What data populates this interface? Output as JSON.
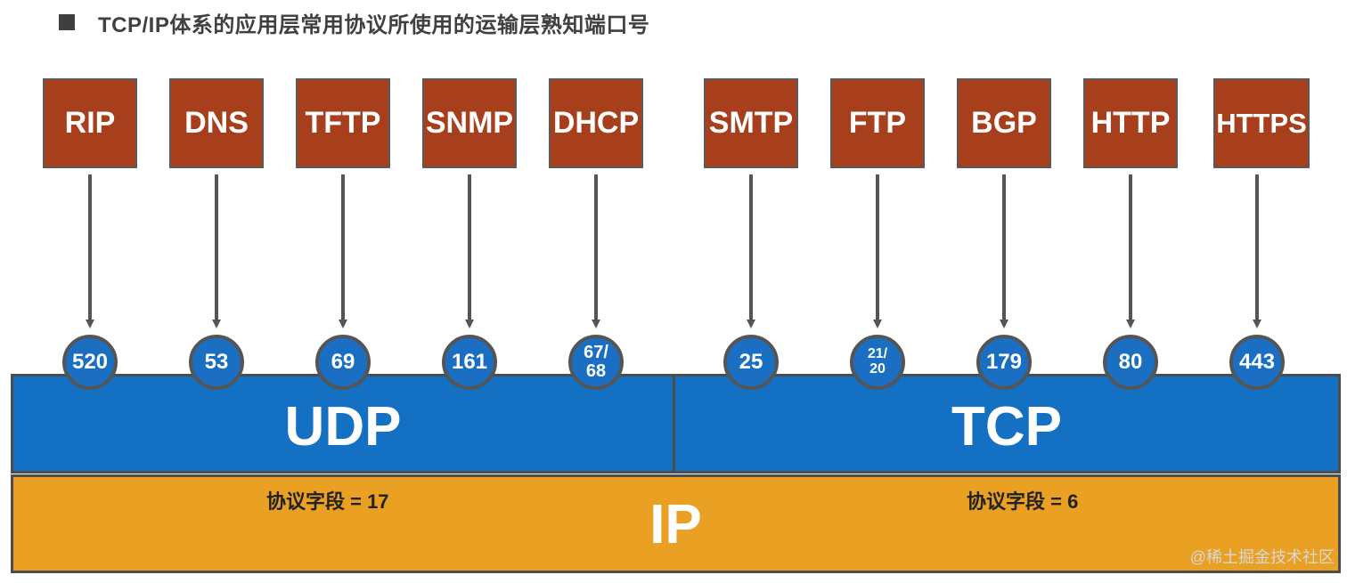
{
  "title": "TCP/IP体系的应用层常用协议所使用的运输层熟知端口号",
  "protocols": [
    {
      "name": "RIP",
      "port_line1": "520",
      "port_line2": ""
    },
    {
      "name": "DNS",
      "port_line1": "53",
      "port_line2": ""
    },
    {
      "name": "TFTP",
      "port_line1": "69",
      "port_line2": ""
    },
    {
      "name": "SNMP",
      "port_line1": "161",
      "port_line2": ""
    },
    {
      "name": "DHCP",
      "port_line1": "67/",
      "port_line2": "68"
    },
    {
      "name": "SMTP",
      "port_line1": "25",
      "port_line2": ""
    },
    {
      "name": "FTP",
      "port_line1": "21/",
      "port_line2": "20"
    },
    {
      "name": "BGP",
      "port_line1": "179",
      "port_line2": ""
    },
    {
      "name": "HTTP",
      "port_line1": "80",
      "port_line2": ""
    },
    {
      "name": "HTTPS",
      "port_line1": "443",
      "port_line2": ""
    }
  ],
  "udp": {
    "label": "UDP",
    "field": "协议字段 = 17"
  },
  "tcp": {
    "label": "TCP",
    "field": "协议字段 = 6"
  },
  "ip": {
    "label": "IP"
  },
  "watermark": "@稀土掘金技术社区",
  "colors": {
    "protocol_box": "#a83f1c",
    "transport": "#1470c2",
    "ip": "#e9a023",
    "border": "#4d4d4d"
  }
}
